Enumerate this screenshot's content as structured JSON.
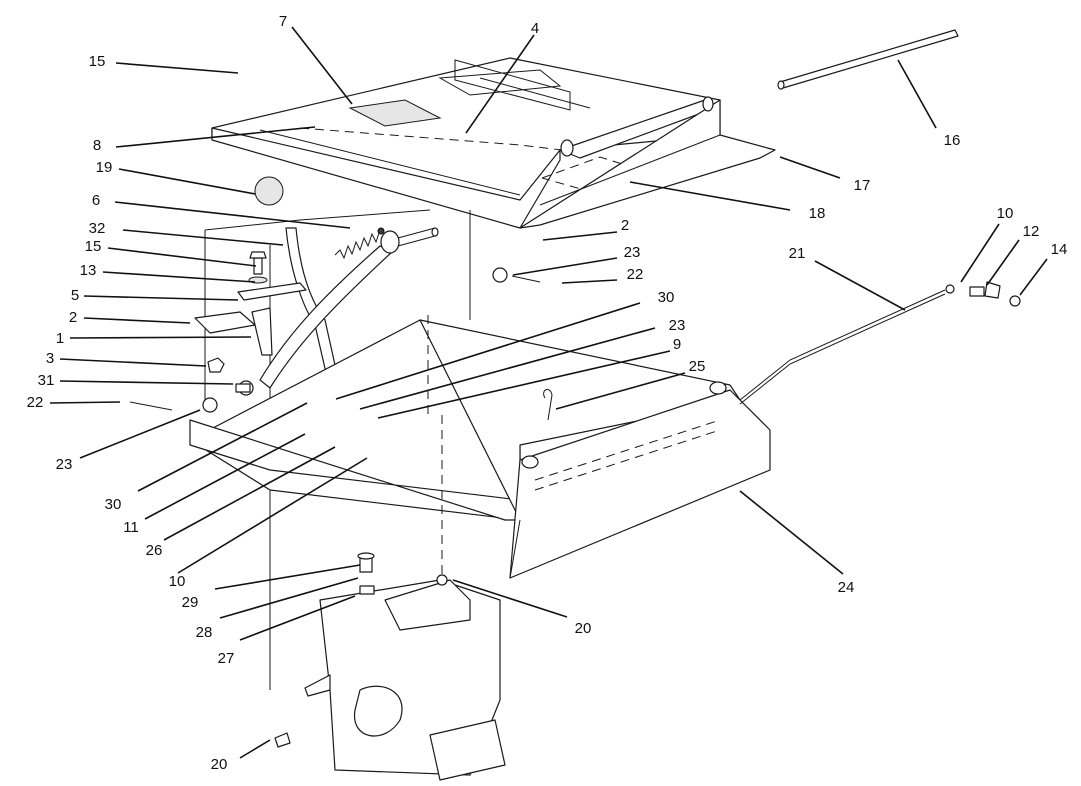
{
  "diagram": {
    "background": "#ffffff",
    "line_color": "#111111",
    "callout_labels": [
      "15",
      "7",
      "4",
      "8",
      "19",
      "6",
      "32",
      "15",
      "13",
      "5",
      "2",
      "1",
      "3",
      "31",
      "22",
      "23",
      "30",
      "11",
      "26",
      "10",
      "29",
      "28",
      "27",
      "20",
      "20",
      "24",
      "25",
      "9",
      "23",
      "30",
      "22",
      "23",
      "2",
      "18",
      "17",
      "16",
      "21",
      "10",
      "12",
      "14"
    ]
  }
}
